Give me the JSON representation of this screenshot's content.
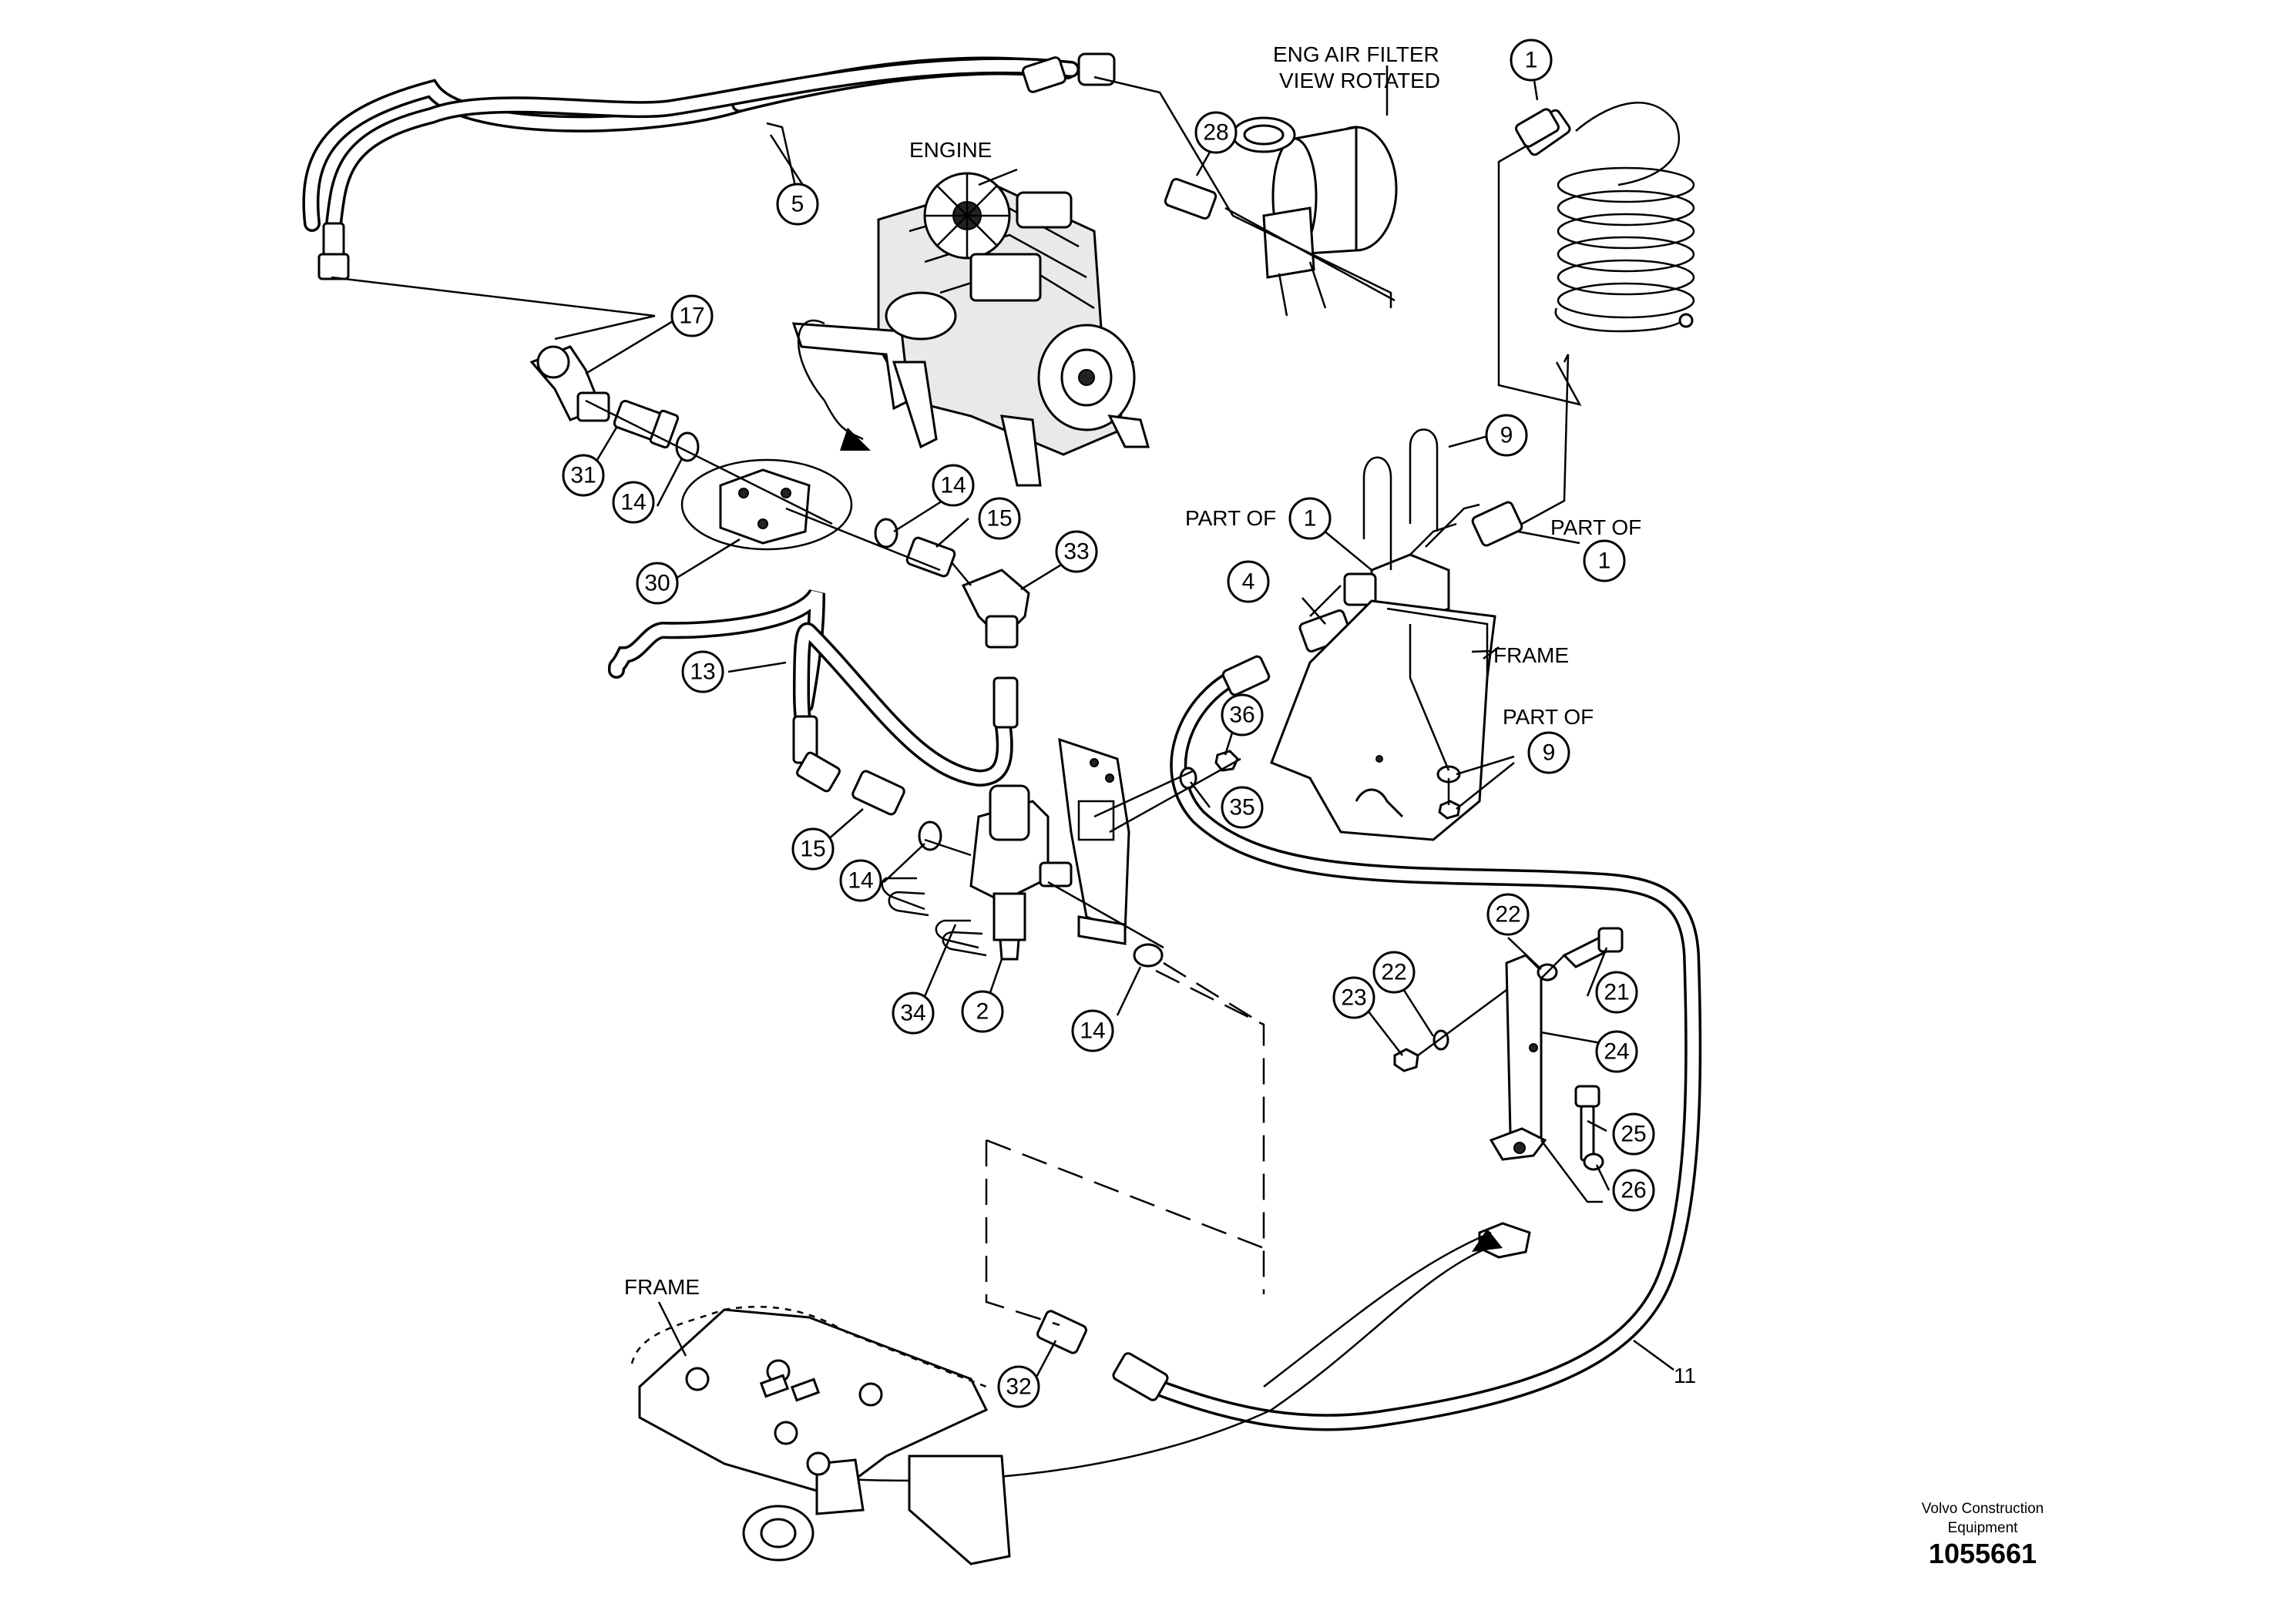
{
  "labels": {
    "engine": "ENGINE",
    "air_filter_line1": "ENG AIR FILTER",
    "air_filter_line2": "VIEW ROTATED",
    "frame_right": "FRAME",
    "frame_bottom": "FRAME",
    "part_of_left": "PART OF",
    "part_of_right": "PART OF",
    "part_of_lower": "PART OF"
  },
  "callouts": {
    "c1_top": "1",
    "c1_left": "1",
    "c1_right": "1",
    "c2": "2",
    "c4": "4",
    "c5": "5",
    "c9_top": "9",
    "c9_lower": "9",
    "c11": "11",
    "c13": "13",
    "c14_a": "14",
    "c14_b": "14",
    "c14_c": "14",
    "c14_d": "14",
    "c15_a": "15",
    "c15_b": "15",
    "c17": "17",
    "c21": "21",
    "c22_a": "22",
    "c22_b": "22",
    "c23": "23",
    "c24": "24",
    "c25": "25",
    "c26": "26",
    "c28": "28",
    "c30": "30",
    "c31": "31",
    "c32": "32",
    "c33": "33",
    "c34": "34",
    "c35": "35",
    "c36": "36"
  },
  "footer": {
    "maker_line1": "Volvo Construction",
    "maker_line2": "Equipment",
    "drawing_number": "1055661"
  }
}
